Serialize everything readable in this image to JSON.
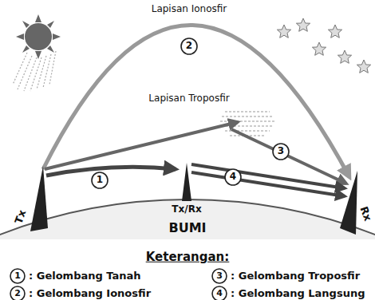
{
  "diagram": {
    "labels": [
      "Lapisan Ionosfir",
      "2",
      "Lapisan Troposfir",
      "3",
      "1",
      "Tx/Rx",
      "4",
      "Tx",
      "BUMI",
      "Rx",
      "Keterangan:",
      "1",
      "3",
      "2",
      "4"
    ],
    "legend": [
      {
        "text": ": Gelombang Tanah"
      },
      {
        "text": ": Gelombang Troposfir"
      },
      {
        "text": ": Gelombang Ionosfir"
      },
      {
        "text": ": Gelombang Langsung"
      }
    ]
  }
}
